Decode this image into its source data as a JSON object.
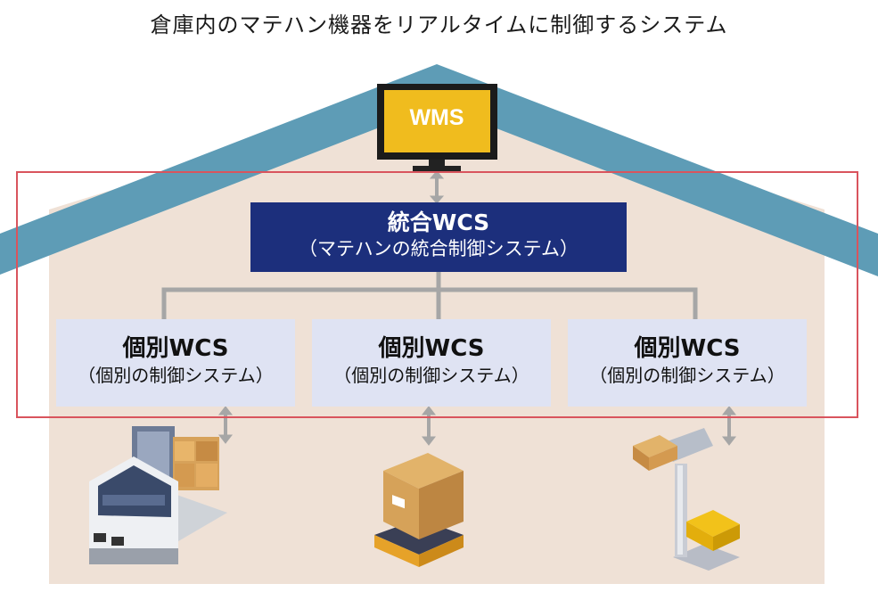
{
  "title": "倉庫内のマテハン機器をリアルタイムに制御するシステム",
  "wms": {
    "label": "WMS"
  },
  "integrated_wcs": {
    "title": "統合WCS",
    "subtitle": "（マテハンの統合制御システム）"
  },
  "individual_wcs": [
    {
      "title": "個別WCS",
      "subtitle": "（個別の制御システム）"
    },
    {
      "title": "個別WCS",
      "subtitle": "（個別の制御システム）"
    },
    {
      "title": "個別WCS",
      "subtitle": "（個別の制御システム）"
    }
  ],
  "colors": {
    "roof": "#5e9cb6",
    "wall": "#efe1d6",
    "wms_screen": "#f0bc1e",
    "integrated_wcs_bg": "#1c2f7c",
    "individual_wcs_bg": "#dfe3f3",
    "frame": "#d9545d",
    "connector": "#a6a6a6"
  },
  "icons": [
    "monitor-icon",
    "forklift-robot-icon",
    "carrier-robot-icon",
    "picking-arm-robot-icon"
  ]
}
